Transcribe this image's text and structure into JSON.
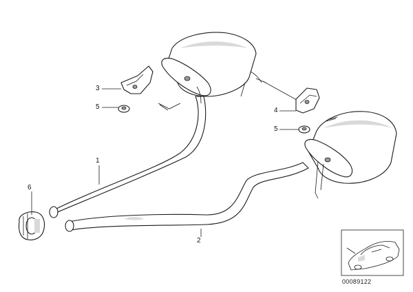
{
  "callouts": [
    {
      "id": "1",
      "label": "1"
    },
    {
      "id": "2",
      "label": "2"
    },
    {
      "id": "3",
      "label": "3"
    },
    {
      "id": "4",
      "label": "4"
    },
    {
      "id": "5a",
      "label": "5"
    },
    {
      "id": "5b",
      "label": "5"
    },
    {
      "id": "6",
      "label": "6"
    }
  ],
  "document_number": "00089122",
  "colors": {
    "line": "#1a1a1a",
    "shade": "#d9d9d9",
    "background": "#ffffff"
  }
}
